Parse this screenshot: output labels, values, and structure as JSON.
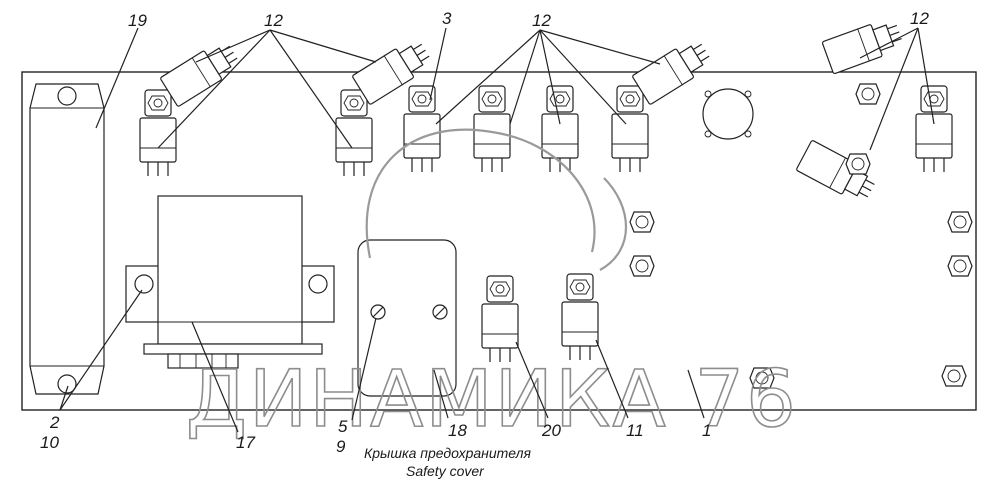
{
  "watermark": "ДИНАМИКА 76",
  "caption": {
    "ru": "Крышка предохранителя",
    "en": "Safety cover"
  },
  "callouts": {
    "c19": "19",
    "c12a": "12",
    "c3": "3",
    "c12b": "12",
    "c12c": "12",
    "c2": "2",
    "c10": "10",
    "c17": "17",
    "c5": "5",
    "c9": "9",
    "c18": "18",
    "c20": "20",
    "c11": "11",
    "c1": "1"
  },
  "colors": {
    "line": "#222222",
    "watermark": "#8d8d8d",
    "background": "#ffffff"
  }
}
